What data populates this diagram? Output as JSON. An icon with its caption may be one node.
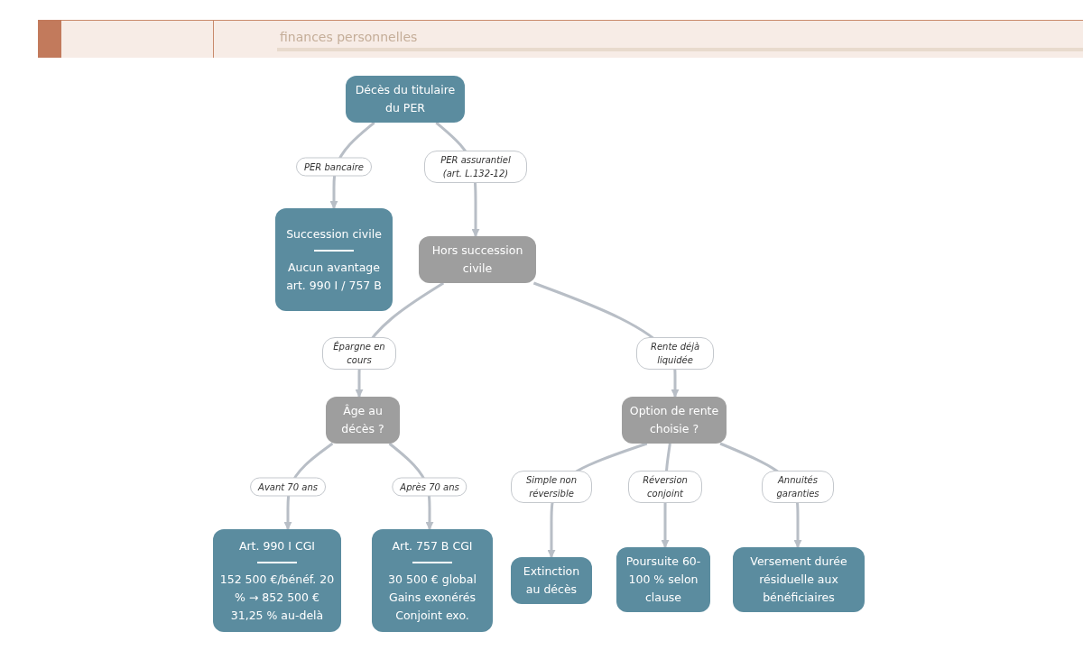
{
  "diagram": {
    "nodes": [
      {
        "text": [
          "Décès du titulaire du PER"
        ]
      },
      {
        "text": [
          "Succession civile",
          "Aucun avantage art. 990 I / 757 B"
        ]
      },
      {
        "text": [
          "Hors succession civile"
        ]
      },
      {
        "text": [
          "Âge au décès ?"
        ]
      },
      {
        "text": [
          "Option de rente choisie ?"
        ]
      },
      {
        "text": [
          "Art. 990 I CGI",
          "152 500 €/bénéf. 20 % → 852 500 € 31,25 % au-delà"
        ]
      },
      {
        "text": [
          "Art. 757 B CGI",
          "30 500 € global Gains exonérés Conjoint exo."
        ]
      },
      {
        "text": [
          "Extinction au décès"
        ]
      },
      {
        "text": [
          "Poursuite 60-100 % selon clause"
        ]
      },
      {
        "text": [
          "Versement durée résiduelle aux bénéficiaires"
        ]
      }
    ],
    "edges": [
      {
        "from": 0,
        "to": 1,
        "arrow": "to",
        "label": "PER bancaire"
      },
      {
        "from": 0,
        "to": 2,
        "arrow": "to",
        "label": "PER assurantiel (art. L.132-12)"
      },
      {
        "from": 2,
        "to": 3,
        "arrow": "to",
        "label": "Épargne en cours"
      },
      {
        "from": 2,
        "to": 4,
        "arrow": "to",
        "label": "Rente déjà liquidée"
      },
      {
        "from": 3,
        "to": 5,
        "arrow": "to",
        "label": "Avant 70 ans"
      },
      {
        "from": 3,
        "to": 6,
        "arrow": "to",
        "label": "Après 70 ans"
      },
      {
        "from": 4,
        "to": 7,
        "arrow": "to",
        "label": "Simple non réversible"
      },
      {
        "from": 4,
        "to": 8,
        "arrow": "to",
        "label": "Réversion conjoint"
      },
      {
        "from": 4,
        "to": 9,
        "arrow": "to",
        "label": "Annuités garanties"
      }
    ],
    "labels": [
      "finances personnelles"
    ]
  }
}
